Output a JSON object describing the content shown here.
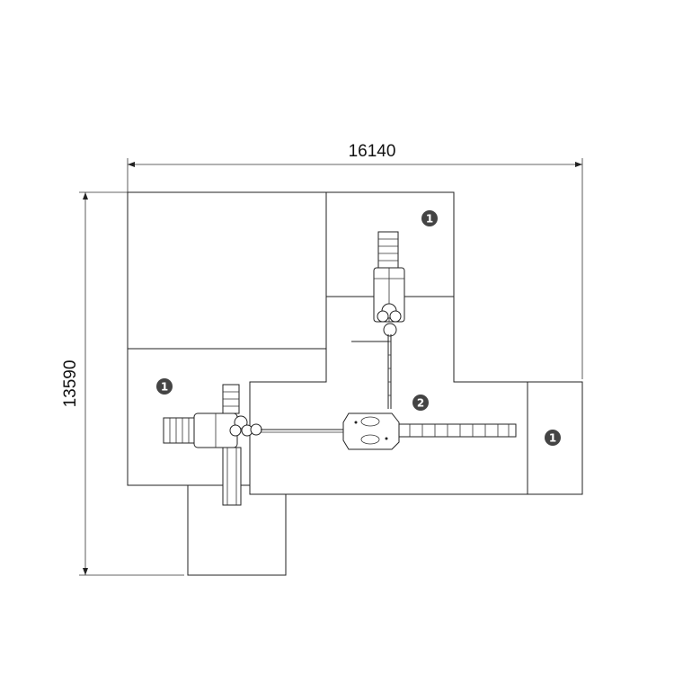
{
  "dimensions": {
    "width_label": "16140",
    "height_label": "13590"
  },
  "zones": [
    {
      "name": "zone-top",
      "marker": "1"
    },
    {
      "name": "zone-left",
      "marker": "1"
    },
    {
      "name": "zone-center",
      "marker": "2"
    },
    {
      "name": "zone-right",
      "marker": "1"
    }
  ]
}
